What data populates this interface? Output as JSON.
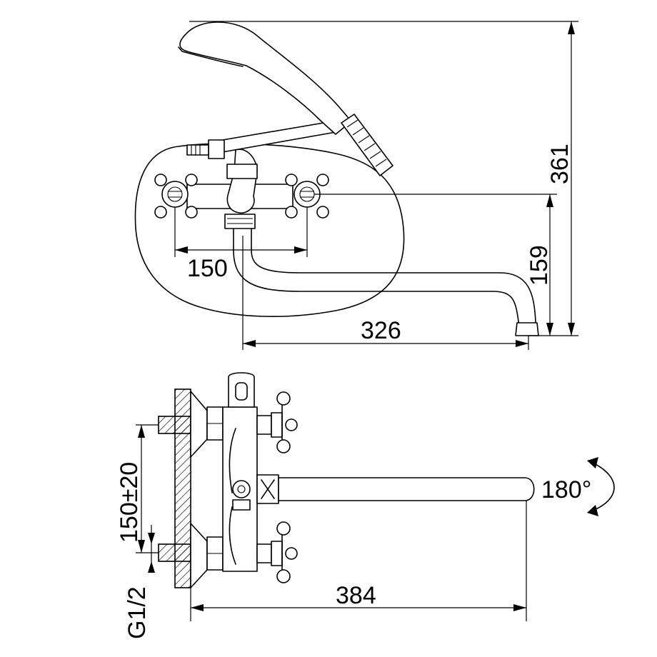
{
  "top_view": {
    "dim_height_total": "361",
    "dim_height_spout": "159",
    "dim_handles": "150",
    "dim_spout_reach": "326"
  },
  "side_view": {
    "dim_inlet_spacing": "150±20",
    "dim_thread": "G1/2",
    "dim_spout_length": "384",
    "rotation_label": "180°"
  }
}
